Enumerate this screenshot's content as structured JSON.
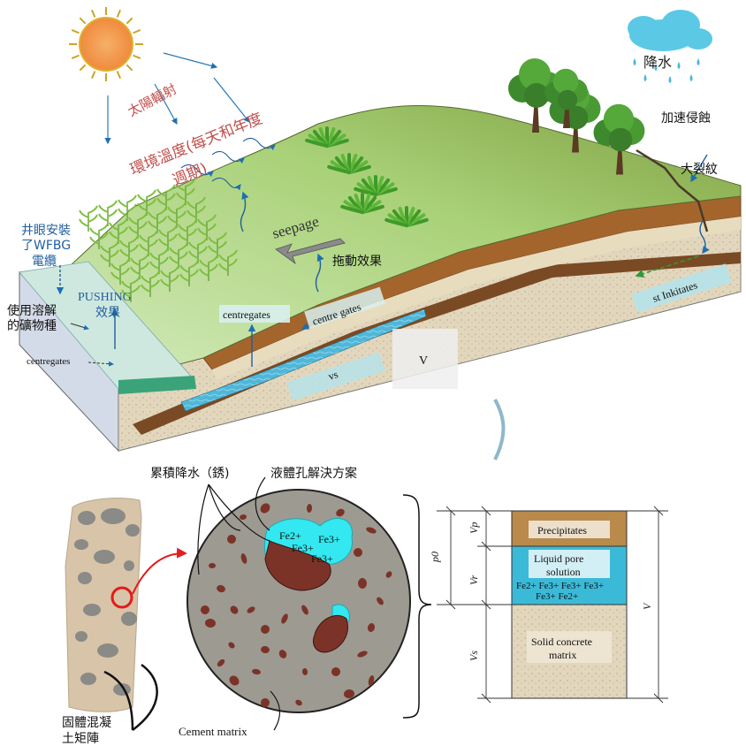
{
  "landscape": {
    "solar_radiation": "太陽輻射",
    "ambient_temperature_line1": "環境溫度(每天和年度",
    "ambient_temperature_line2": "週期)",
    "precipitation": "降水",
    "accelerated_erosion": "加速侵蝕",
    "large_cracks": "大裂紋",
    "wfbg_line1": "井眼安裝",
    "wfbg_line2": "了WFBG",
    "wfbg_line3": "電纜",
    "dissolved_minerals_line1": "使用溶解",
    "dissolved_minerals_line2": "的礦物種",
    "pushing_effect_line1": "PUSHING",
    "pushing_effect_line2": "效果",
    "seepage": "seepage",
    "drag_effect": "拖動效果",
    "box_centregates_upper": "centregates",
    "box_centregates_slope": "centre gates",
    "box_centregates_left": "centregates",
    "box_inkitates": "st Inkitates",
    "box_vs": "vs",
    "box_v": "V"
  },
  "microstructure": {
    "accumulated_rust": "累積降水（銹)",
    "liquid_pore_solution": "液體孔解決方案",
    "cement_matrix": "Cement matrix",
    "solid_concrete_line1": "固體混凝",
    "solid_concrete_line2": "土矩陣",
    "ions": [
      "Fe2+",
      "Fe3+",
      "Fe3+",
      "Fe3+"
    ]
  },
  "phase_diagram": {
    "precipitates": "Precipitates",
    "liquid_line1": "Liquid pore",
    "liquid_line2": "solution",
    "ions_row1": "Fe2+ Fe3+ Fe3+ Fe3+",
    "ions_row2": "Fe3+ Fe2+",
    "solid_line1": "Solid concrete",
    "solid_line2": "matrix",
    "label_p0": "p0",
    "label_vp": "Vp",
    "label_vr": "Vr",
    "label_vs": "Vs",
    "label_v": "V"
  },
  "colors": {
    "sky_accent": "#5bc0e0",
    "grass": "#8fc04a",
    "soil_brown": "#a0622a",
    "rust": "#7b3328",
    "pore_liquid": "#33e8f0",
    "label_red": "#c0504d",
    "label_blue": "#1f5f9c"
  }
}
